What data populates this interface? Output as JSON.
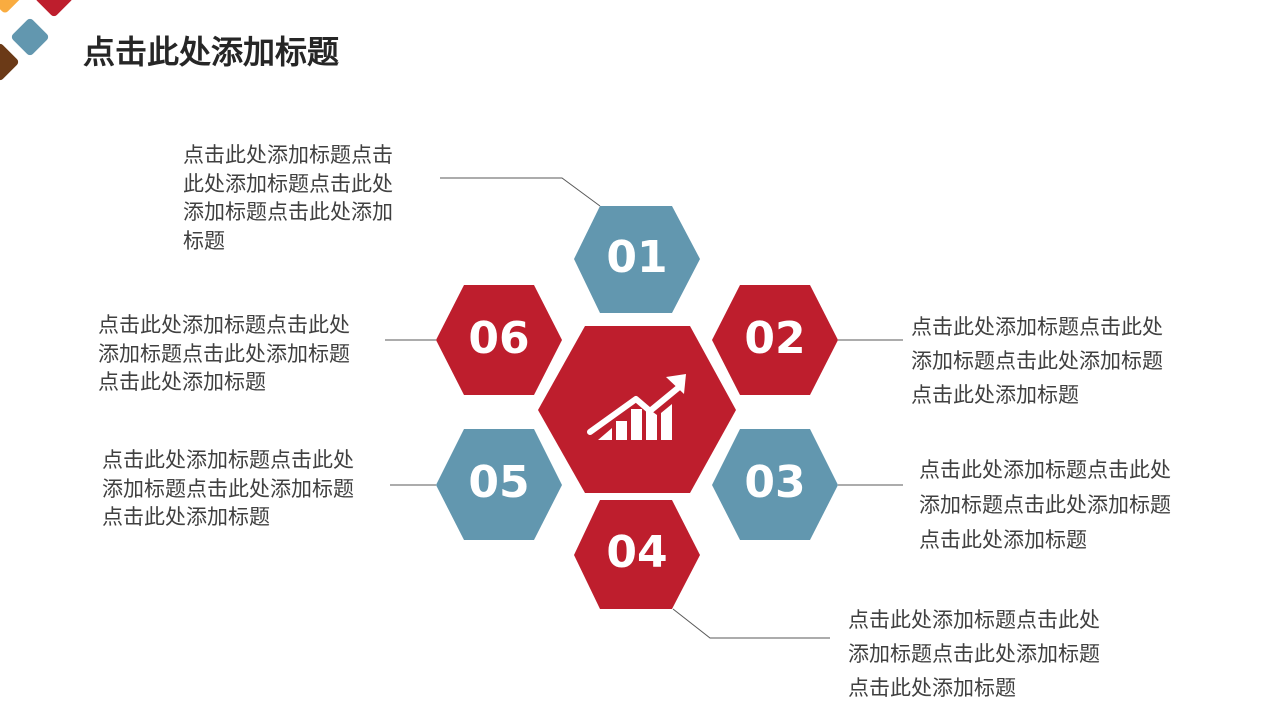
{
  "slide": {
    "title": "点击此处添加标题"
  },
  "colors": {
    "red": "#BE1E2D",
    "blue": "#6297AF",
    "orange": "#F9AC40",
    "brown": "#6B3A17",
    "text": "#404040",
    "title": "#262626",
    "line": "#595959"
  },
  "center_icon": "chart-growth-icon",
  "items": [
    {
      "number": "01",
      "color": "blue",
      "text": "点击此处添加标题点击\n此处添加标题点击此处\n添加标题点击此处添加\n标题"
    },
    {
      "number": "02",
      "color": "red",
      "text": "点击此处添加标题点击此处\n添加标题点击此处添加标题\n点击此处添加标题"
    },
    {
      "number": "03",
      "color": "blue",
      "text": "点击此处添加标题点击此处\n添加标题点击此处添加标题\n点击此处添加标题"
    },
    {
      "number": "04",
      "color": "red",
      "text": "点击此处添加标题点击此处\n添加标题点击此处添加标题\n点击此处添加标题"
    },
    {
      "number": "05",
      "color": "blue",
      "text": "点击此处添加标题点击此处\n添加标题点击此处添加标题\n点击此处添加标题"
    },
    {
      "number": "06",
      "color": "red",
      "text": "点击此处添加标题点击此处\n添加标题点击此处添加标题\n点击此处添加标题"
    }
  ]
}
